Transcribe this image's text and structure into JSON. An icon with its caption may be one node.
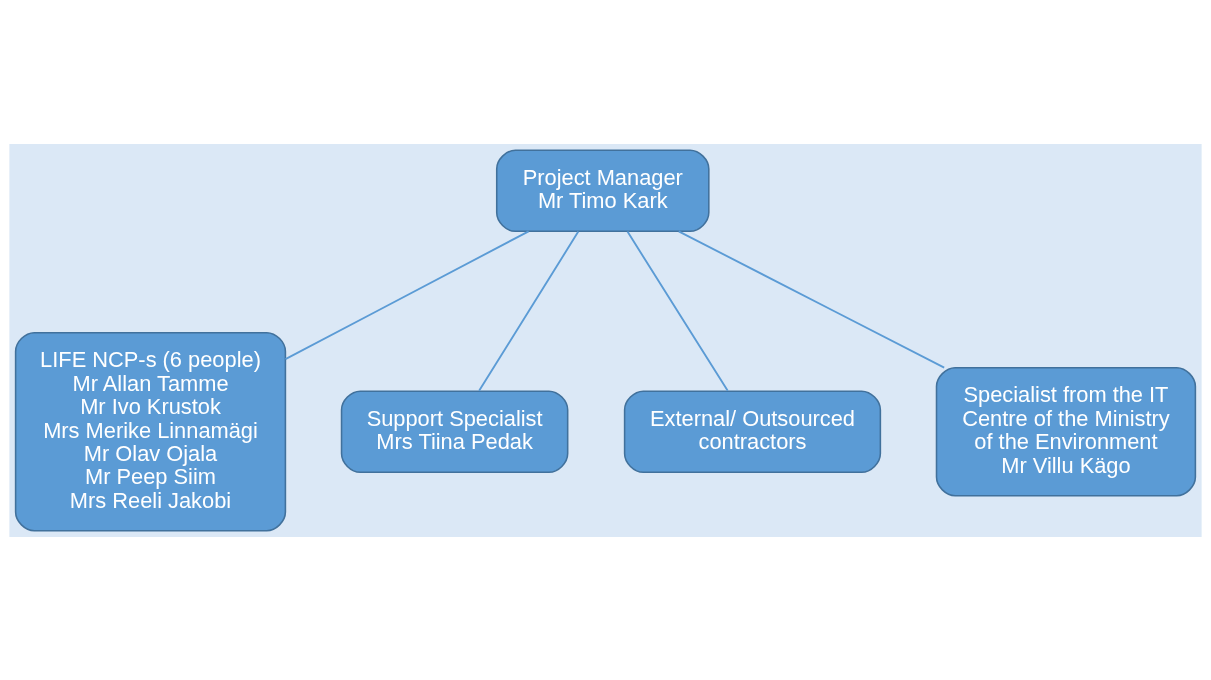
{
  "diagram": {
    "nodes": [
      {
        "text": [
          "Project Manager",
          "Mr Timo Kark"
        ]
      },
      {
        "text": [
          "LIFE NCP-s (6 people)",
          "Mr Allan Tamme",
          "Mr Ivo Krustok",
          "Mrs Merike Linnamägi",
          "Mr Olav Ojala",
          "Mr Peep Siim",
          "Mrs Reeli Jakobi"
        ]
      },
      {
        "text": [
          "Support Specialist",
          "Mrs Tiina Pedak"
        ]
      },
      {
        "text": [
          "External/ Outsourced contractors"
        ]
      },
      {
        "text": [
          "Specialist from the IT Centre of the Ministry of the Environment",
          "Mr Villu Kägo"
        ]
      }
    ],
    "edges": [
      {
        "from": 0,
        "to": 1,
        "arrow": "none"
      },
      {
        "from": 0,
        "to": 2,
        "arrow": "none"
      },
      {
        "from": 0,
        "to": 3,
        "arrow": "none"
      },
      {
        "from": 0,
        "to": 4,
        "arrow": "none"
      }
    ]
  }
}
